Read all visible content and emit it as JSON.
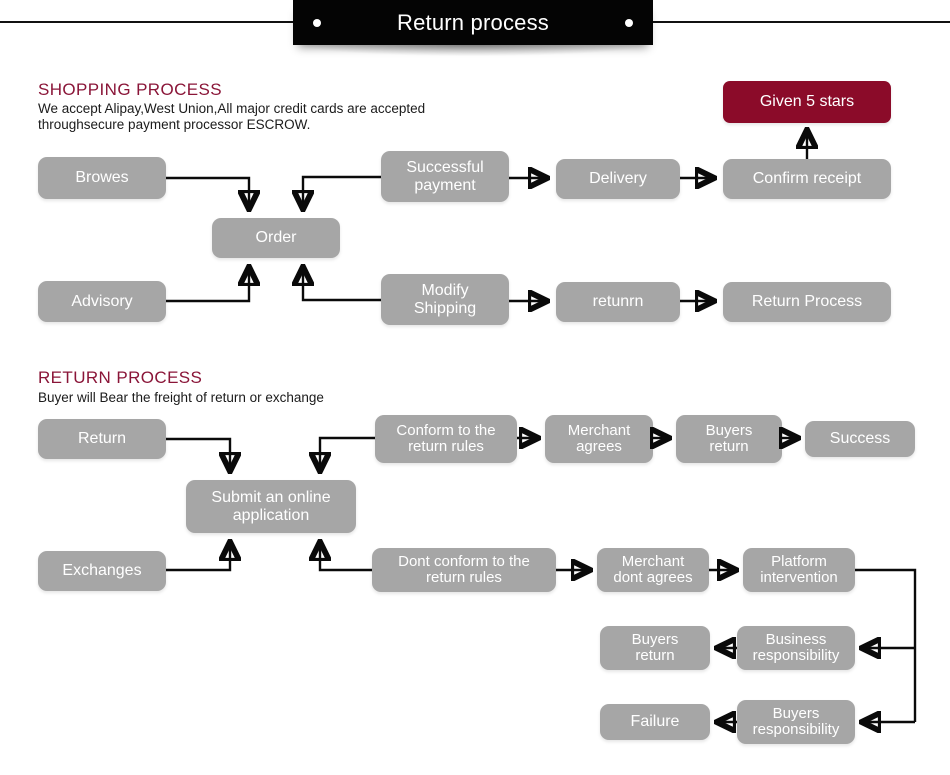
{
  "header": {
    "title": "Return process",
    "dot_left": "bullet-dot",
    "dot_right": "bullet-dot"
  },
  "shopping_section": {
    "heading": "SHOPPING PROCESS",
    "description": "We accept Alipay,West Union,All major credit cards are accepted\nthroughsecure payment processor ESCROW.",
    "nodes": [
      {
        "id": "browes",
        "label": "Browes"
      },
      {
        "id": "order",
        "label": "Order"
      },
      {
        "id": "successful-payment",
        "label": "Successful\npayment"
      },
      {
        "id": "delivery",
        "label": "Delivery"
      },
      {
        "id": "confirm-receipt",
        "label": "Confirm receipt"
      },
      {
        "id": "given-5-stars",
        "label": "Given 5 stars"
      },
      {
        "id": "advisory",
        "label": "Advisory"
      },
      {
        "id": "modify-shipping",
        "label": "Modify\nShipping"
      },
      {
        "id": "retunrn",
        "label": "retunrn"
      },
      {
        "id": "return-process",
        "label": "Return Process"
      }
    ]
  },
  "return_section": {
    "heading": "RETURN PROCESS",
    "description": "Buyer will Bear the freight of return or exchange",
    "nodes": [
      {
        "id": "return",
        "label": "Return"
      },
      {
        "id": "submit-online-application",
        "label": "Submit an online\napplication"
      },
      {
        "id": "conform-return-rules",
        "label": "Conform to the\nreturn rules"
      },
      {
        "id": "merchant-agrees",
        "label": "Merchant\nagrees"
      },
      {
        "id": "buyers-return-top",
        "label": "Buyers\nreturn"
      },
      {
        "id": "success",
        "label": "Success"
      },
      {
        "id": "exchanges",
        "label": "Exchanges"
      },
      {
        "id": "dont-conform-return-rules",
        "label": "Dont conform to the\nreturn rules"
      },
      {
        "id": "merchant-dont-agrees",
        "label": "Merchant\ndont agrees"
      },
      {
        "id": "platform-intervention",
        "label": "Platform\nintervention"
      },
      {
        "id": "buyers-return-mid",
        "label": "Buyers\nreturn"
      },
      {
        "id": "business-responsibility",
        "label": "Business\nresponsibility"
      },
      {
        "id": "failure",
        "label": "Failure"
      },
      {
        "id": "buyers-responsibility",
        "label": "Buyers\nresponsibility"
      }
    ]
  },
  "colors": {
    "node_gray": "#a6a6a6",
    "node_accent": "#8b0b29",
    "heading": "#8a1538",
    "banner": "#040404",
    "connector": "#0a0a0a",
    "node_text": "#ffffff",
    "body_text": "#1b1b1b",
    "background": "#ffffff"
  }
}
